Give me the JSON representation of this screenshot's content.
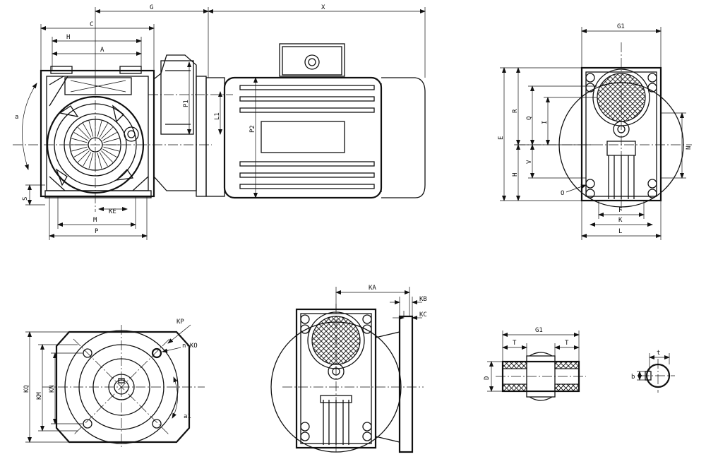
{
  "labels": {
    "front": {
      "C": "C",
      "G": "G",
      "X": "X",
      "H": "H",
      "A": "A",
      "a": "a",
      "P1": "P1",
      "L1": "L1",
      "P2": "P2",
      "S": "S",
      "KE": "KE",
      "M": "M",
      "P": "P"
    },
    "side": {
      "G1": "G1",
      "E": "E",
      "R": "R",
      "Q": "Q",
      "I": "I",
      "V": "V",
      "H": "H",
      "N": "N",
      "O": "O",
      "F": "F",
      "K": "K",
      "L": "L"
    },
    "flange": {
      "KP": "KP",
      "nKO": "n-KO",
      "KQ": "KQ",
      "KM": "KM",
      "KN": "KN",
      "a1": "a1"
    },
    "flangeSide": {
      "KA": "KA",
      "KB": "KB",
      "KC": "KC"
    },
    "shaft": {
      "G1": "G1",
      "T1": "T",
      "T2": "T",
      "D": "D"
    },
    "key": {
      "t": "t",
      "b": "b"
    }
  }
}
